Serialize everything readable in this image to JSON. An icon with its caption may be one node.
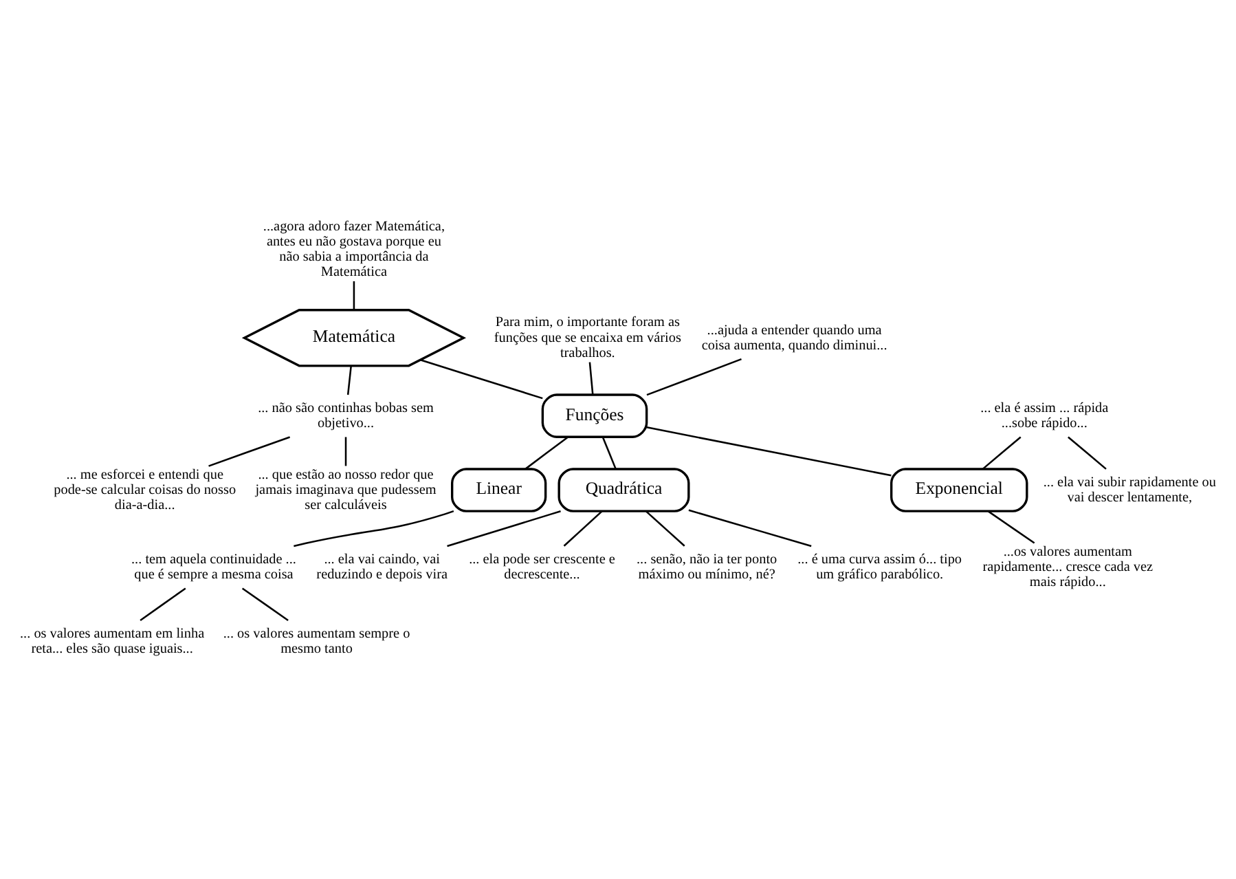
{
  "diagram": {
    "nodes": [
      {
        "text": [
          "...agora adoro fazer Matemática, antes eu não gostava porque eu não sabia a importância da Matemática"
        ]
      },
      {
        "text": [
          "... não são continhas bobas sem objetivo..."
        ]
      },
      {
        "text": [
          "Matemática"
        ]
      },
      {
        "text": [
          "... me esforcei e entendi que pode-se calcular coisas do nosso dia-a-dia..."
        ]
      },
      {
        "text": [
          "... que estão ao nosso redor que jamais imaginava que pudessem ser calculáveis"
        ]
      },
      {
        "text": [
          "Para mim, o importante foram as funções que se encaixa em vários trabalhos."
        ]
      },
      {
        "text": [
          "...ajuda a entender quando uma coisa aumenta, quando diminui..."
        ]
      },
      {
        "text": [
          "... ela é assim ... rápida ...sobe rápido..."
        ]
      },
      {
        "text": [
          "Funções"
        ]
      },
      {
        "text": [
          "... é uma curva assim ó... tipo um gráfico parabólico."
        ]
      },
      {
        "text": [
          "... ela vai subir rapidamente ou vai descer lentamente,"
        ]
      },
      {
        "text": [
          "... ela vai caindo, vai reduzindo e depois vira"
        ]
      },
      {
        "text": [
          "Exponencial"
        ]
      },
      {
        "text": [
          "Quadrática"
        ]
      },
      {
        "text": [
          "Linear"
        ]
      },
      {
        "text": [
          "...os valores aumentam rapidamente... cresce cada vez mais rápido..."
        ]
      },
      {
        "text": [
          "... tem aquela continuidade ... que é sempre a mesma coisa"
        ]
      },
      {
        "text": [
          "... ela pode ser crescente e decrescente..."
        ]
      },
      {
        "text": [
          "... senão, não ia ter ponto máximo ou mínimo, né?"
        ]
      },
      {
        "text": [
          "... os valores aumentam em linha reta... eles são quase iguais..."
        ]
      },
      {
        "text": [
          "... os valores aumentam sempre o mesmo tanto"
        ]
      }
    ],
    "edges": [
      {
        "from": 0,
        "to": 2,
        "arrow": "none"
      },
      {
        "from": 2,
        "to": 1,
        "arrow": "none"
      },
      {
        "from": 1,
        "to": 3,
        "arrow": "none"
      },
      {
        "from": 1,
        "to": 4,
        "arrow": "none"
      },
      {
        "from": 2,
        "to": 8,
        "arrow": "none"
      },
      {
        "from": 5,
        "to": 8,
        "arrow": "none"
      },
      {
        "from": 6,
        "to": 8,
        "arrow": "none"
      },
      {
        "from": 8,
        "to": 12,
        "arrow": "none"
      },
      {
        "from": 7,
        "to": 12,
        "arrow": "none"
      },
      {
        "from": 7,
        "to": 10,
        "arrow": "none"
      },
      {
        "from": 12,
        "to": 15,
        "arrow": "none"
      },
      {
        "from": 8,
        "to": 14,
        "arrow": "none"
      },
      {
        "from": 14,
        "to": 16,
        "arrow": "none"
      },
      {
        "from": 16,
        "to": 19,
        "arrow": "none"
      },
      {
        "from": 16,
        "to": 20,
        "arrow": "none"
      },
      {
        "from": 8,
        "to": 13,
        "arrow": "none"
      },
      {
        "from": 13,
        "to": 9,
        "arrow": "none"
      },
      {
        "from": 13,
        "to": 11,
        "arrow": "none"
      },
      {
        "from": 13,
        "to": 17,
        "arrow": "none"
      },
      {
        "from": 13,
        "to": 18,
        "arrow": "none"
      }
    ]
  }
}
